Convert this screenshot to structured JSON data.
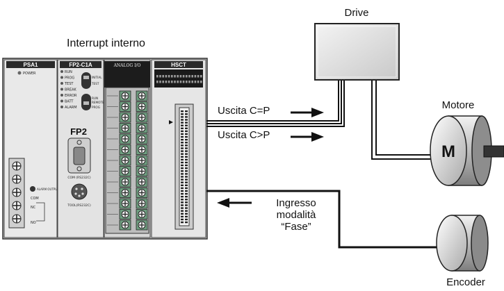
{
  "title": "Interrupt interno",
  "plc": {
    "psu_label": "PSA1",
    "psu_power": "POWER",
    "psu_alarm": "ALARM OUTPUT",
    "psu_com": "COM",
    "psu_nc": "NC",
    "psu_no": "NO",
    "cpu_label": "FP2-C1A",
    "cpu_leds": [
      "RUN",
      "PROG",
      "TEST",
      "BREAK",
      "ERROR",
      "BATT",
      "ALARM"
    ],
    "cpu_switch_labels": [
      "INITIAL",
      "TEST",
      "RUN",
      "REMOTE",
      "PROG"
    ],
    "cpu_brand": "FP2",
    "cpu_com_label": "COM (RS232C)",
    "cpu_tool_label": "TOOL(RS232C)",
    "analog_label": "ANALOG I/O",
    "hsct_label": "HSCT"
  },
  "devices": {
    "drive": "Drive",
    "motor": "Motore",
    "motor_symbol": "M",
    "encoder": "Encoder"
  },
  "signals": {
    "out_eq": "Uscita C=P",
    "out_gt": "Uscita C>P",
    "input_line1": "Ingresso",
    "input_line2": "modalità",
    "input_line3": "“Fase”"
  },
  "colors": {
    "wire": "#111111",
    "module_body": "#e6e6e6",
    "module_header": "#2a2a2a",
    "terminal_green": "#6f9e80"
  }
}
